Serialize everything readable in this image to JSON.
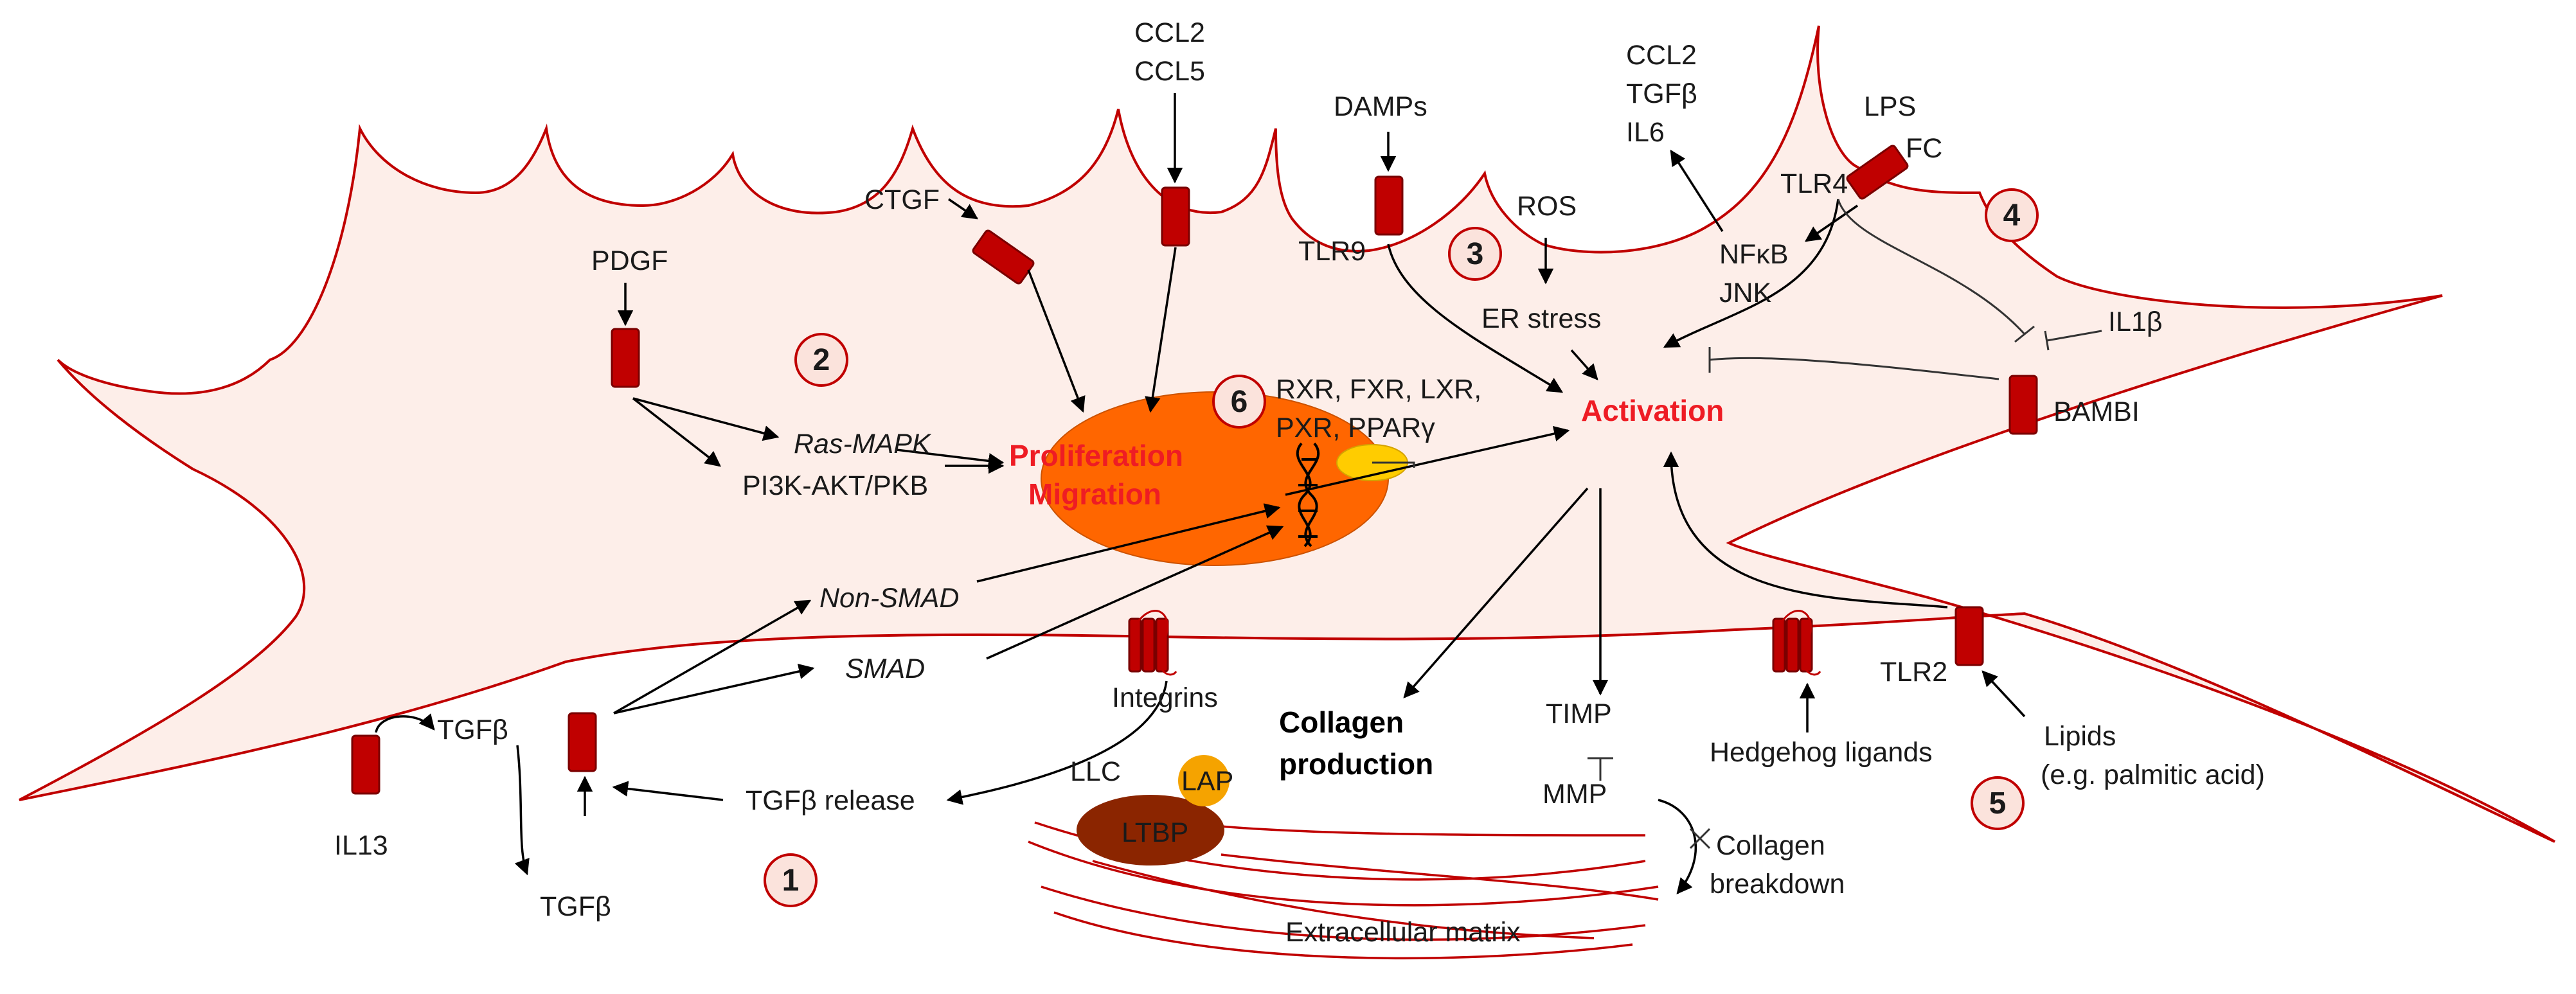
{
  "labels": {
    "pdgf": "PDGF",
    "ctgf": "CTGF",
    "ccl2_a": "CCL2",
    "ccl5": "CCL5",
    "damps": "DAMPs",
    "tlr9": "TLR9",
    "ros": "ROS",
    "er_stress": "ER stress",
    "ccl2_b": "CCL2",
    "tgfb_top": "TGFβ",
    "il6": "IL6",
    "nfkb": "NFκB",
    "jnk": "JNK",
    "lps": "LPS",
    "fc": "FC",
    "tlr4": "TLR4",
    "il1b": "IL1β",
    "bambi": "BAMBI",
    "nuclear_receptors_1": "RXR, FXR, LXR,",
    "nuclear_receptors_2": "PXR, PPARγ",
    "ras_mapk": "Ras-MAPK",
    "pi3k": "PI3K-AKT/PKB",
    "proliferation": "Proliferation",
    "migration": "Migration",
    "activation": "Activation",
    "non_smad": "Non-SMAD",
    "smad": "SMAD",
    "integrins": "Integrins",
    "tgfb_left": "TGFβ",
    "il13": "IL13",
    "tgfb_bottom": "TGFβ",
    "tgfb_release": "TGFβ release",
    "llc": "LLC",
    "lap": "LAP",
    "ltbp": "LTBP",
    "collagen_production_1": "Collagen",
    "collagen_production_2": "production",
    "timp": "TIMP",
    "mmp": "MMP",
    "collagen_breakdown_1": "Collagen",
    "collagen_breakdown_2": "breakdown",
    "extracellular_matrix": "Extracellular matrix",
    "hedgehog": "Hedgehog ligands",
    "tlr2": "TLR2",
    "lipids_1": "Lipids",
    "lipids_2": "(e.g. palmitic acid)"
  },
  "steps": [
    "1",
    "2",
    "3",
    "4",
    "5",
    "6"
  ],
  "colors": {
    "cell_fill": "#fdeee9",
    "cell_stroke": "#c00000",
    "nucleus": "#ff6600",
    "receptor": "#c00000",
    "ltbp": "#8b2500",
    "lap": "#f5a300",
    "highlight_text": "#ee1c24",
    "step_circle_fill": "#fbe3dc"
  }
}
